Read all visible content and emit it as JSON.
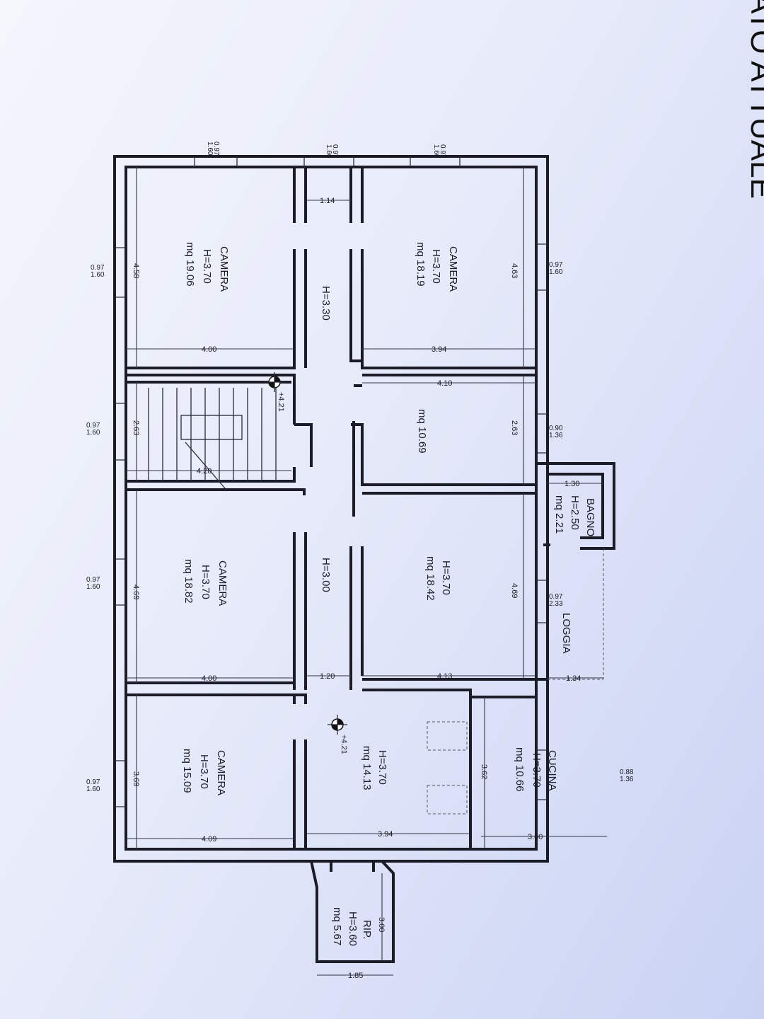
{
  "title": "ATO ATTUALE",
  "rooms": [
    {
      "id": "camera1",
      "lines": [
        "CAMERA",
        "H=3.70",
        "mq 19.06"
      ]
    },
    {
      "id": "camera2",
      "lines": [
        "CAMERA",
        "H=3.70",
        "mq 18.19"
      ]
    },
    {
      "id": "room-1069",
      "lines": [
        "mq 10.69"
      ]
    },
    {
      "id": "bagno",
      "lines": [
        "BAGNO",
        "H=2.50",
        "mq 2.21"
      ]
    },
    {
      "id": "camera3",
      "lines": [
        "CAMERA",
        "H=3.70",
        "mq 18.82"
      ]
    },
    {
      "id": "room-1842",
      "lines": [
        "H=3.70",
        "mq 18.42"
      ]
    },
    {
      "id": "loggia",
      "lines": [
        "LOGGIA"
      ]
    },
    {
      "id": "camera4",
      "lines": [
        "CAMERA",
        "H=3.70",
        "mq 15.09"
      ]
    },
    {
      "id": "room-1413",
      "lines": [
        "H=3.70",
        "mq 14.13"
      ]
    },
    {
      "id": "cucina",
      "lines": [
        "CUCINA",
        "H=3.70",
        "mq 10.66"
      ]
    },
    {
      "id": "rip",
      "lines": [
        "3.00",
        "RIP.",
        "H=3.60",
        "mq 5.67"
      ]
    }
  ],
  "corridor_heights": [
    "H=3.30",
    "H=3.00"
  ],
  "dimensions": [
    "1.14",
    "4.58",
    "4.00",
    "4.63",
    "3.94",
    "4.10",
    "2.63",
    "2.63",
    "4.20",
    "1.30",
    "4.69",
    "4.69",
    "4.00",
    "1.20",
    "4.13",
    "1.34",
    "3.69",
    "3.62",
    "4.09",
    "3.94",
    "3.00",
    "1.85"
  ],
  "level_marks": [
    "+4.21",
    "+4.21"
  ],
  "windows": [
    {
      "w": "0.97",
      "h": "1.60"
    },
    {
      "w": "0.97",
      "h": "1.60"
    },
    {
      "w": "0.97",
      "h": "1.60"
    },
    {
      "w": "0.97",
      "h": "1.60"
    },
    {
      "w": "0.97",
      "h": "1.60"
    },
    {
      "w": "0.97",
      "h": "1.60"
    },
    {
      "w": "0.90",
      "h": "1.36"
    },
    {
      "w": "0.97",
      "h": "1.60"
    },
    {
      "w": "0.97",
      "h": "2.33"
    },
    {
      "w": "0.97",
      "h": "1.60"
    },
    {
      "w": "0.88",
      "h": "1.36"
    }
  ]
}
